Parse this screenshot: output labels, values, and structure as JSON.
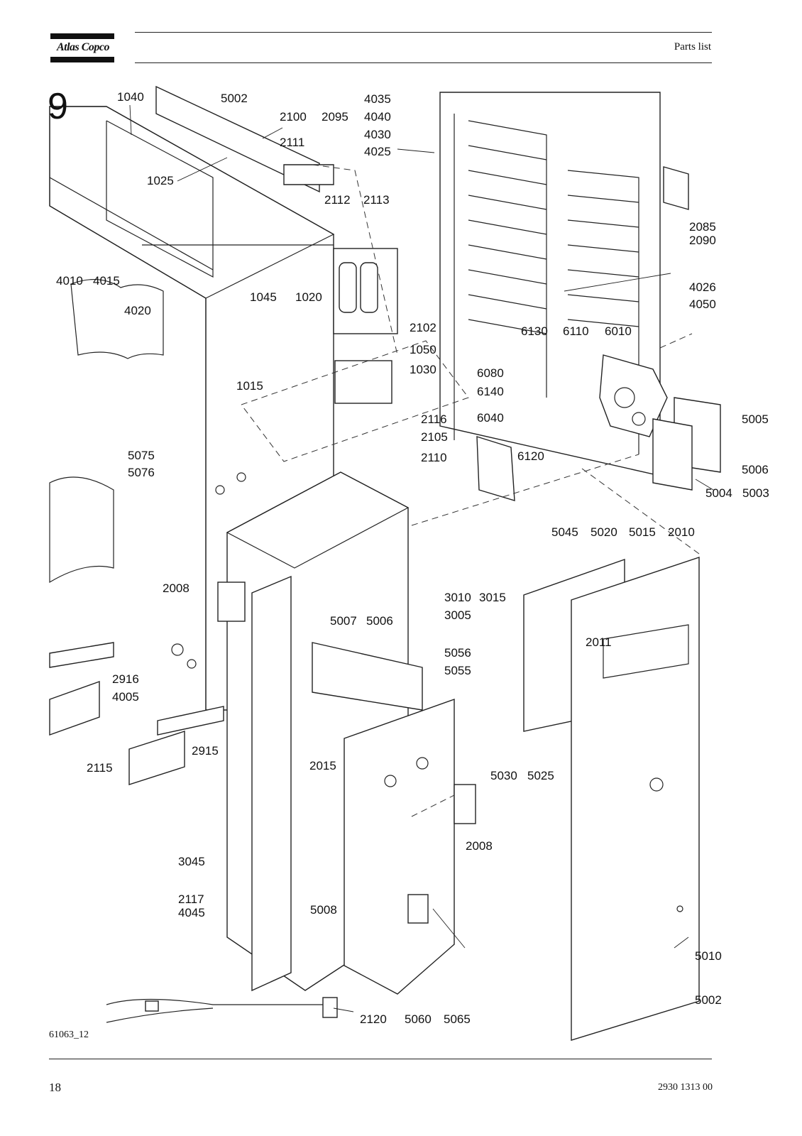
{
  "header": {
    "logo": "Atlas Copco",
    "section_title": "Parts list"
  },
  "figure": {
    "number": "9",
    "reference": "61063_12",
    "callouts": [
      {
        "id": "c1040",
        "label": "1040"
      },
      {
        "id": "c5002a",
        "label": "5002"
      },
      {
        "id": "c2100",
        "label": "2100"
      },
      {
        "id": "c2095",
        "label": "2095"
      },
      {
        "id": "c4035",
        "label": "4035"
      },
      {
        "id": "c4040",
        "label": "4040"
      },
      {
        "id": "c4030",
        "label": "4030"
      },
      {
        "id": "c4025",
        "label": "4025"
      },
      {
        "id": "c2111",
        "label": "2111"
      },
      {
        "id": "c1025",
        "label": "1025"
      },
      {
        "id": "c2112",
        "label": "2112"
      },
      {
        "id": "c2113",
        "label": "2113"
      },
      {
        "id": "c2085",
        "label": "2085"
      },
      {
        "id": "c2090",
        "label": "2090"
      },
      {
        "id": "c4010",
        "label": "4010"
      },
      {
        "id": "c4015",
        "label": "4015"
      },
      {
        "id": "c4020",
        "label": "4020"
      },
      {
        "id": "c1045",
        "label": "1045"
      },
      {
        "id": "c1020",
        "label": "1020"
      },
      {
        "id": "c4026",
        "label": "4026"
      },
      {
        "id": "c4050",
        "label": "4050"
      },
      {
        "id": "c2102",
        "label": "2102"
      },
      {
        "id": "c1050",
        "label": "1050"
      },
      {
        "id": "c6130",
        "label": "6130"
      },
      {
        "id": "c6110",
        "label": "6110"
      },
      {
        "id": "c6010",
        "label": "6010"
      },
      {
        "id": "c1030",
        "label": "1030"
      },
      {
        "id": "c6080",
        "label": "6080"
      },
      {
        "id": "c1015",
        "label": "1015"
      },
      {
        "id": "c6140",
        "label": "6140"
      },
      {
        "id": "c2116",
        "label": "2116"
      },
      {
        "id": "c6040",
        "label": "6040"
      },
      {
        "id": "c2105",
        "label": "2105"
      },
      {
        "id": "c5005",
        "label": "5005"
      },
      {
        "id": "c6120",
        "label": "6120"
      },
      {
        "id": "c2110",
        "label": "2110"
      },
      {
        "id": "c5006a",
        "label": "5006"
      },
      {
        "id": "c5075",
        "label": "5075"
      },
      {
        "id": "c5076",
        "label": "5076"
      },
      {
        "id": "c5004",
        "label": "5004"
      },
      {
        "id": "c5003",
        "label": "5003"
      },
      {
        "id": "c5045",
        "label": "5045"
      },
      {
        "id": "c5020",
        "label": "5020"
      },
      {
        "id": "c5015",
        "label": "5015"
      },
      {
        "id": "c2010",
        "label": "2010"
      },
      {
        "id": "c2008a",
        "label": "2008"
      },
      {
        "id": "c3010",
        "label": "3010"
      },
      {
        "id": "c3015",
        "label": "3015"
      },
      {
        "id": "c5007",
        "label": "5007"
      },
      {
        "id": "c5006b",
        "label": "5006"
      },
      {
        "id": "c3005",
        "label": "3005"
      },
      {
        "id": "c2011",
        "label": "2011"
      },
      {
        "id": "c5056",
        "label": "5056"
      },
      {
        "id": "c5055",
        "label": "5055"
      },
      {
        "id": "c2916",
        "label": "2916"
      },
      {
        "id": "c4005",
        "label": "4005"
      },
      {
        "id": "c2915",
        "label": "2915"
      },
      {
        "id": "c2015",
        "label": "2015"
      },
      {
        "id": "c2115",
        "label": "2115"
      },
      {
        "id": "c5030",
        "label": "5030"
      },
      {
        "id": "c5025",
        "label": "5025"
      },
      {
        "id": "c2008b",
        "label": "2008"
      },
      {
        "id": "c3045",
        "label": "3045"
      },
      {
        "id": "c2117",
        "label": "2117"
      },
      {
        "id": "c4045",
        "label": "4045"
      },
      {
        "id": "c5008",
        "label": "5008"
      },
      {
        "id": "c5010",
        "label": "5010"
      },
      {
        "id": "c5002b",
        "label": "5002"
      },
      {
        "id": "c2120",
        "label": "2120"
      },
      {
        "id": "c5060",
        "label": "5060"
      },
      {
        "id": "c5065",
        "label": "5065"
      }
    ]
  },
  "footer": {
    "page_number": "18",
    "document_number": "2930 1313 00"
  }
}
